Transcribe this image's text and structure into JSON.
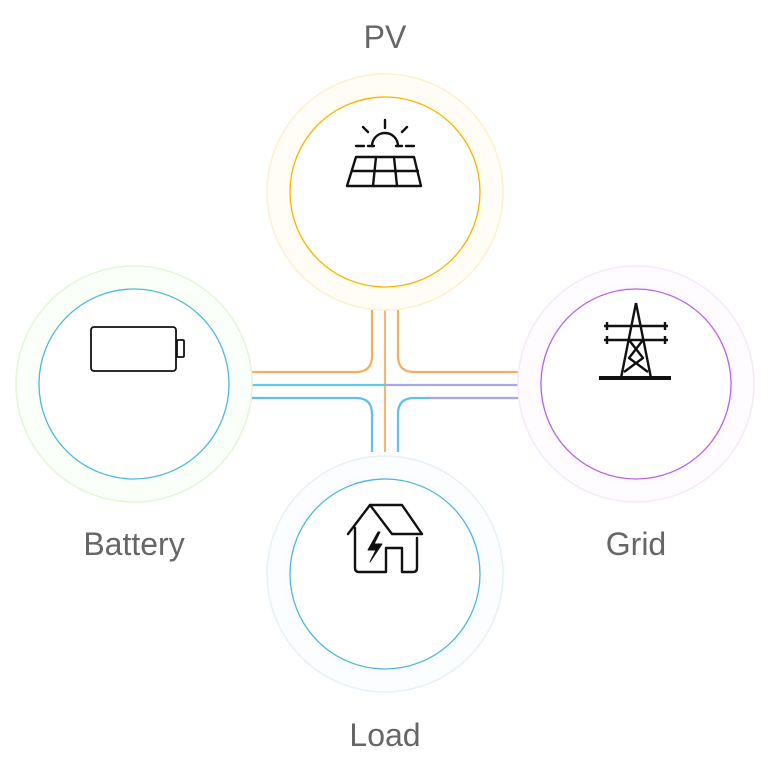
{
  "nodes": {
    "pv": {
      "label": "PV",
      "icon": "solar-panel-icon",
      "color": "#f5b400",
      "glow": "#fff4c2",
      "halo": "#fffaf0"
    },
    "grid": {
      "label": "Grid",
      "icon": "transmission-tower-icon",
      "color": "#b565e0",
      "glow": "#f4e4fb",
      "halo": "#fdf8ff"
    },
    "battery": {
      "label": "Battery",
      "icon": "battery-icon",
      "color": "#4fb8d8",
      "glow": "#eefbe0",
      "halo": "#f8fff2"
    },
    "load": {
      "label": "Load",
      "icon": "house-bolt-icon",
      "color": "#4fb8d8",
      "glow": "#e6f5fb",
      "halo": "#f7fbfe"
    }
  },
  "flows": {
    "pv_color": "#f0b060",
    "battery_color": "#60c8e8",
    "grid_color": "#a8a8e8",
    "load_color": "#60c0e8"
  }
}
